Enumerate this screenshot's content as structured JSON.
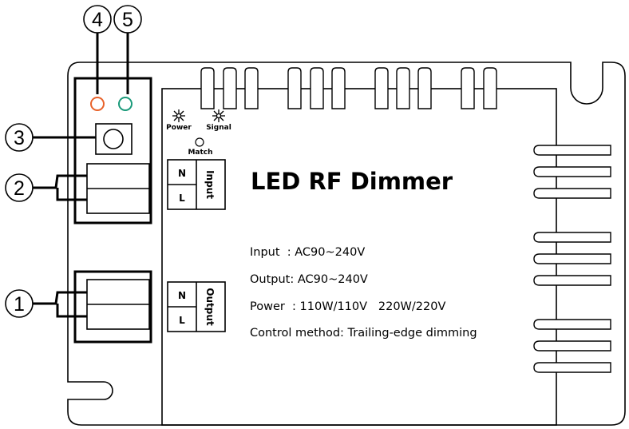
{
  "title": "LED RF Dimmer",
  "indicators": {
    "power": "Power",
    "signal": "Signal",
    "match": "Match"
  },
  "input_terminal": {
    "label": "Input",
    "n": "N",
    "l": "L"
  },
  "output_terminal": {
    "label": "Output",
    "n": "N",
    "l": "L"
  },
  "specs": [
    "Input  : AC90~240V",
    "Output: AC90~240V",
    "Power  : 110W/110V   220W/220V",
    "Control method: Trailing-edge dimming"
  ],
  "callouts": [
    "1",
    "2",
    "3",
    "4",
    "5"
  ],
  "colors": {
    "led_power": "#e8622a",
    "led_signal": "#1a9a7a",
    "outline": "#000000"
  }
}
